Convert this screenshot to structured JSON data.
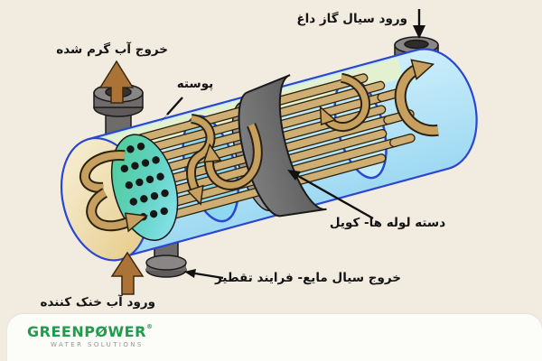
{
  "labels": {
    "gas_inlet": "ورود سیال گاز داغ",
    "hot_water_outlet": "خروج آب گرم شده",
    "shell": "پوسته",
    "tube_bundle": "دسته لوله ها- کویل",
    "liquid_outlet": "خروج سیال مایع- فرایند تقطیر",
    "cooling_water_inlet": "ورود آب خنک کننده"
  },
  "logo": {
    "brand": "GREENPØWER",
    "registered": "®",
    "tagline": "WATER SOLUTIONS"
  },
  "colors": {
    "background": "#f2ece0",
    "footer_band": "#fcfcf9",
    "brand_green": "#1f9d4b",
    "shell_blue": "#b9e5f6",
    "outline_blue": "#2b46cf",
    "tube_tan": "#cfae74",
    "flow_arrow_tan": "#c7a060",
    "baffle_gray": "#6d6d6d",
    "nozzle_gray": "#6f6b6b",
    "inlet_arrow_brown": "#ab7338",
    "tube_sheet_green": "#4cc98c",
    "tube_sheet_cyan": "#8ae2ee",
    "label_text": "#141414"
  }
}
